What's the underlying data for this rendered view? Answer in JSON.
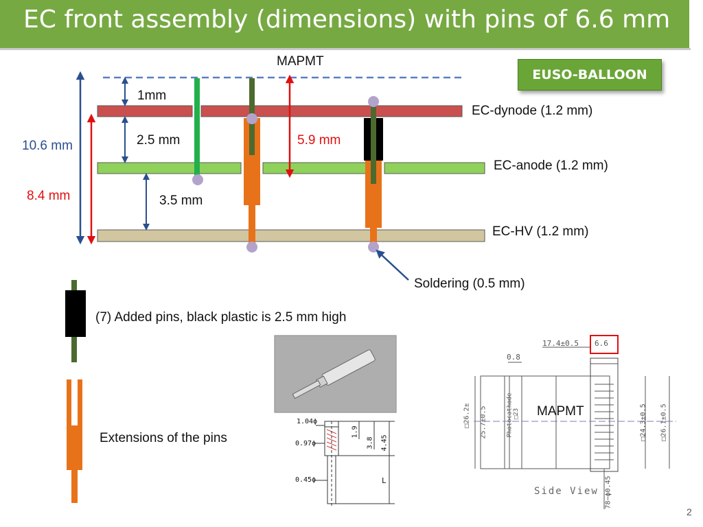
{
  "slide": {
    "title": "EC front assembly (dimensions) with pins of 6.6 mm",
    "badge": "EUSO-BALLOON",
    "page_number": "2"
  },
  "diagram": {
    "mapmt_top_label": "MAPMT",
    "dim_1mm": "1mm",
    "dim_2_5mm": "2.5 mm",
    "dim_3_5mm": "3.5 mm",
    "dim_5_9mm": "5.9 mm",
    "dim_10_6mm": "10.6 mm",
    "dim_8_4mm": "8.4 mm",
    "layer_dynode": "EC-dynode (1.2 mm)",
    "layer_anode": "EC-anode (1.2 mm)",
    "layer_hv": "EC-HV (1.2 mm)",
    "soldering": "Soldering (0.5 mm)",
    "colors": {
      "title_bar": "#77a943",
      "dynode": "#c9504f",
      "anode": "#8fd15a",
      "hv": "#d1c6a0",
      "pin_green": "#22b04a",
      "pin_olive": "#4c6a2e",
      "extension": "#e8721a",
      "black_plastic": "#000000",
      "solder": "#b3a3cb",
      "dim_red": "#e01010",
      "dim_blue": "#2a4f8f"
    }
  },
  "legend": {
    "added_pins": "(7) Added pins, black plastic is 2.5 mm high",
    "extensions": "Extensions of the pins"
  },
  "pin_drawing": {
    "d1": "1.04ϕ",
    "d2": "0.97ϕ",
    "d3": "0.45ϕ",
    "v1": "1.9",
    "v2": "3.8",
    "v3": "4.45",
    "v4": "L"
  },
  "mapmt_drawing": {
    "label": "MAPMT",
    "dim_top": "17.4±0.5",
    "dim_pin": "6.6",
    "dim_edge": "0.8",
    "dim_left1": "□26.2±",
    "dim_left2": "25.7±0.5",
    "dim_photocathode": "Photocathode",
    "dim_photocathode2": "□23",
    "dim_right1": "□24.3±0.5",
    "dim_right2": "□26.1±0.5",
    "dim_bottom": "78−ϕ0.45",
    "caption": "Side View"
  }
}
